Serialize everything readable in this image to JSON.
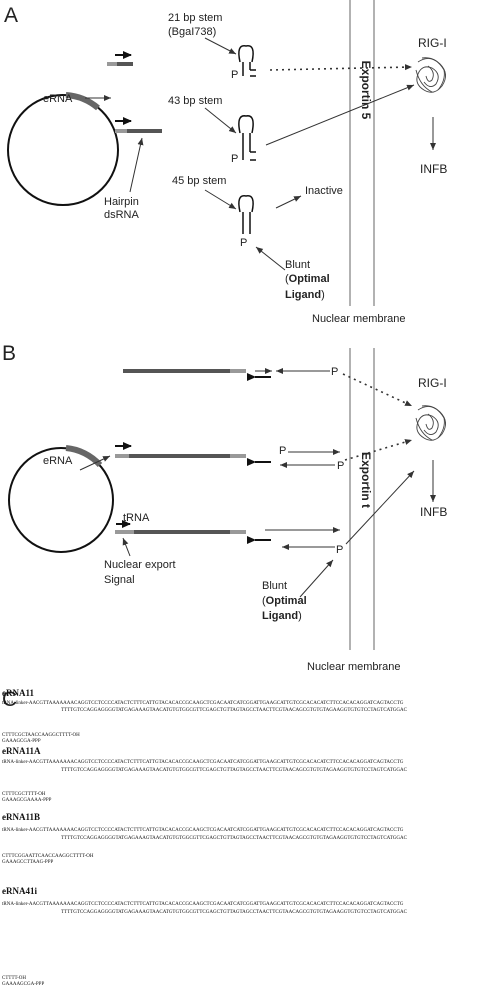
{
  "panelA": {
    "letter": "A",
    "stem21": [
      "21 bp stem",
      "(BgaI738)"
    ],
    "stem43": "43 bp stem",
    "stem45": "45 bp stem",
    "eRNA": "eRNA",
    "hairpin": [
      "Hairpin",
      "dsRNA"
    ],
    "rigi": "RIG-I",
    "infb": "INFB",
    "exportin": "Exportin 5",
    "inactive": "Inactive",
    "blunt": "Blunt",
    "optimal": "Optimal",
    "ligand": "Ligand",
    "paren_open": "(",
    "paren_close": ")",
    "membrane": "Nuclear membrane",
    "p": "P"
  },
  "panelB": {
    "letter": "B",
    "eRNA": "eRNA",
    "trna": "tRNA",
    "nuclear_export": [
      "Nuclear export",
      "Signal"
    ],
    "rigi": "RIG-I",
    "infb": "INFB",
    "exportin": "Exportin t",
    "blunt": "Blunt",
    "optimal": "Optimal",
    "ligand": "Ligand",
    "paren_open": "(",
    "paren_close": ")",
    "membrane": "Nuclear membrane",
    "p": "P"
  },
  "panelC": {
    "letter": "C",
    "blocks": [
      {
        "title": "eRNA11",
        "top": "tRNA-linker-AACGTTAAAAAAACAGGTCCTCCCCATACTCTTTCATTGTACACACCGCAAGCTCGACAATCATCGGATTGAAGCATTGTCGCACACATCTTCCACACAGGATCAGTACCTG",
        "bottom": "TTTTGTCCAGGAGGGGTATGAGAAAGTAACATGTGTGGCGTTCGAGCTGTTAGTAGCCTAACTTCGTAACAGCGTGTGTAGAAGGTGTGTCCTAGTCATGGAC",
        "tail1": "CTTTCGCTAACCAAGGCTTTT-OH",
        "tail2": "GAAAGCGA-PPP"
      },
      {
        "title": "eRNA11A",
        "top": "tRNA-linker-AACGTTAAAAAAACAGGTCCTCCCCATACTCTTTCATTGTACACACCGCAAGCTCGACAATCATCGGATTGAAGCATTGTCGCACACATCTTCCACACAGGATCAGTACCTG",
        "bottom": "TTTTGTCCAGGAGGGGTATGAGAAAGTAACATGTGTGGCGTTCGAGCTGTTAGTAGCCTAACTTCGTAACAGCGTGTGTAGAAGGTGTGTCCTAGTCATGGAC",
        "tail1": "CTTTCGCTTTT-OH",
        "tail2": "GAAAGCGAAAA-PPP"
      },
      {
        "title": "eRNA11B",
        "top": "tRNA-linker-AACGTTAAAAAAACAGGTCCTCCCCATACTCTTTCATTGTACACACCGCAAGCTCGACAATCATCGGATTGAAGCATTGTCGCACACATCTTCCACACAGGATCAGTACCTG",
        "bottom": "TTTTGTCCAGGAGGGGTATGAGAAAGTAACATGTGTGGCGTTCGAGCTGTTAGTAGCCTAACTTCGTAACAGCGTGTGTAGAAGGTGTGTCCTAGTCATGGAC",
        "tail1": "CTTTCGGAATTCAACCAAGGCTTTT-OH",
        "tail2": "GAAAGCCTTAAG-PPP"
      },
      {
        "title": "eRNA41i",
        "top": "tRNA-linker-AACGTTAAAAAAACAGGTCCTCCCCATACTCTTTCATTGTACACACCGCAAGCTCGACAATCATCGGATTGAAGCATTGTCGCACACATCTTCCACACAGGATCAGTACCTG",
        "bottom": "TTTTGTCCAGGAGGGGTATGAGAAAGTAACATGTGTGGCGTTCGAGCTGTTAGTAGCCTAACTTCGTAACAGCGTGTGTAGAAGGTGTGTCCTAGTCATGGAC",
        "tail1": "CTTTT-OH",
        "tail2": "GAAAAGCGA-PPP"
      }
    ]
  }
}
